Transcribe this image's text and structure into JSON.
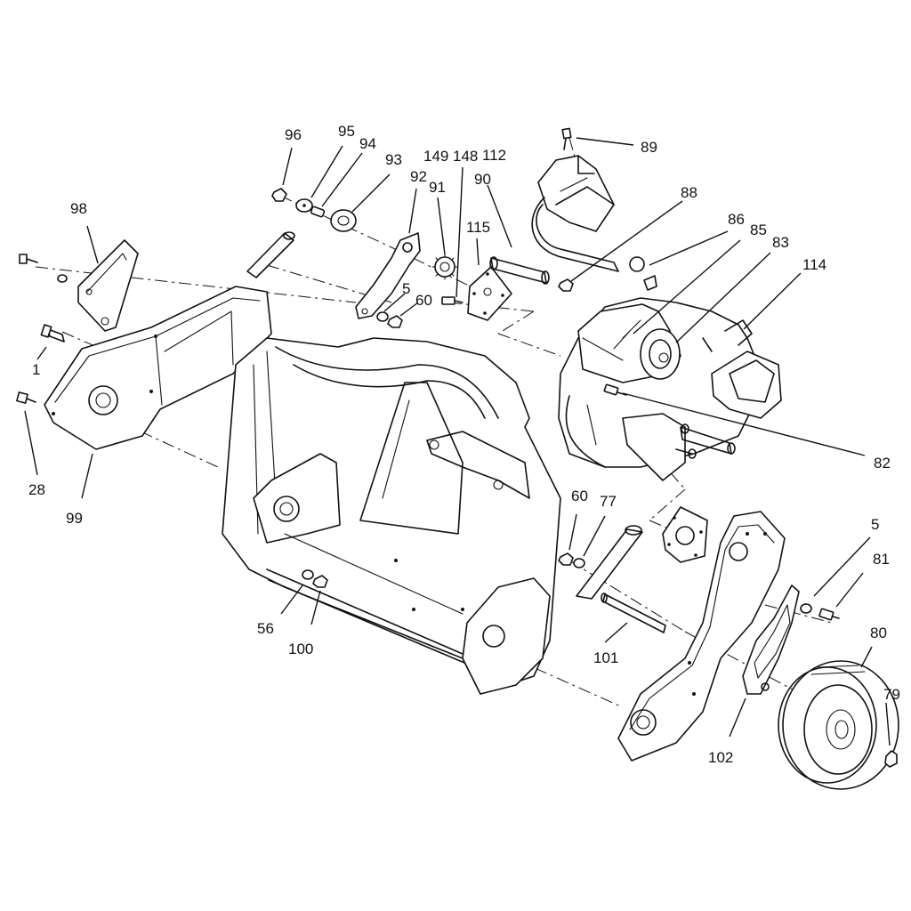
{
  "diagram": {
    "callouts": {
      "c1": "1",
      "c5a": "5",
      "c5b": "5",
      "c28": "28",
      "c56": "56",
      "c60a": "60",
      "c60b": "60",
      "c77": "77",
      "c79": "79",
      "c80": "80",
      "c81": "81",
      "c82": "82",
      "c83": "83",
      "c85": "85",
      "c86": "86",
      "c88": "88",
      "c89": "89",
      "c90": "90",
      "c91": "91",
      "c92": "92",
      "c93": "93",
      "c94": "94",
      "c95": "95",
      "c96": "96",
      "c98": "98",
      "c99": "99",
      "c100": "100",
      "c101": "101",
      "c102": "102",
      "c112": "112",
      "c114": "114",
      "c115": "115",
      "c148": "148",
      "c149": "149"
    }
  }
}
